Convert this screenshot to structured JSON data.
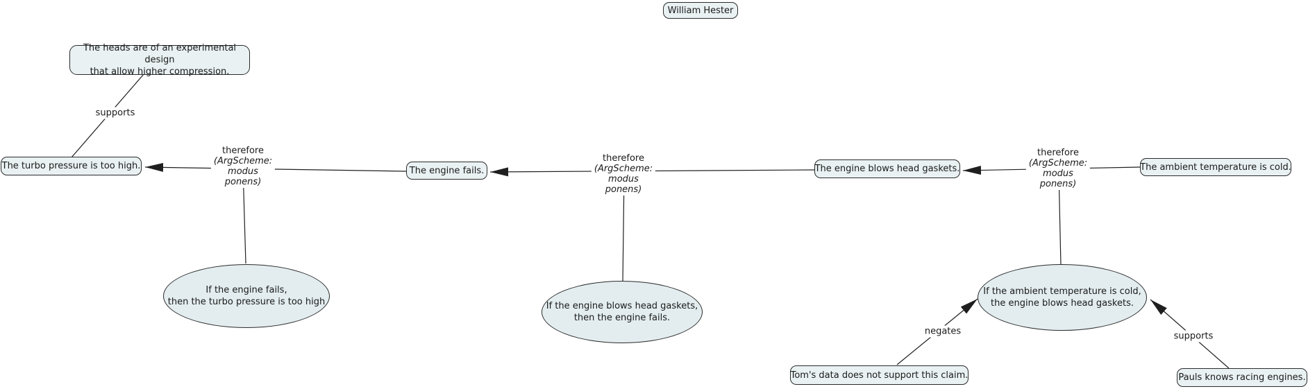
{
  "author": {
    "label": "William Hester"
  },
  "statements": {
    "heads": {
      "lines": [
        "The heads are of an experimental design",
        "that allow higher compression."
      ]
    },
    "turbo": {
      "label": "The turbo pressure is too high."
    },
    "engine_fails": {
      "label": "The engine fails."
    },
    "gaskets": {
      "label": "The engine blows head gaskets."
    },
    "ambient": {
      "label": "The ambient temperature is cold."
    },
    "toms_data": {
      "label": "Tom's data does not support this claim."
    },
    "pauls": {
      "label": "Pauls knows racing engines."
    }
  },
  "rules": {
    "rule1": {
      "lines": [
        "If the engine fails,",
        "then the turbo pressure is too high"
      ]
    },
    "rule2": {
      "lines": [
        "If the engine blows head gaskets,",
        "then the engine fails."
      ]
    },
    "rule3": {
      "lines": [
        "If the ambient temperature is cold,",
        "the engine blows head gaskets."
      ]
    }
  },
  "edge_labels": {
    "supports": "supports",
    "negates": "negates",
    "therefore": {
      "lines": [
        "therefore",
        "(ArgScheme:",
        "modus",
        "ponens)"
      ]
    }
  },
  "colors": {
    "statement_fill": "#e9f1f2",
    "rule_fill": "#e3edef",
    "border": "#2a2a2a",
    "line": "#1f1f1f",
    "background": "#ffffff"
  }
}
